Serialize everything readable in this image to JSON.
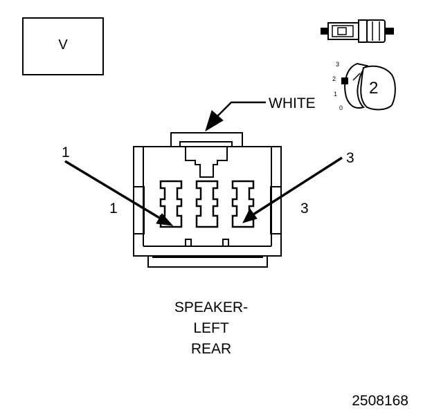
{
  "view_label": "V",
  "wire_color": "WHITE",
  "cavity_labels": {
    "left_callout": "1",
    "left_side": "1",
    "right_callout": "3",
    "right_side": "3"
  },
  "locator": {
    "position_number": "2",
    "scale": [
      "3",
      "2",
      "1",
      "0"
    ]
  },
  "caption": [
    "SPEAKER-",
    "LEFT",
    "REAR"
  ],
  "figure_number": "2508168",
  "colors": {
    "line": "#000000",
    "background": "#ffffff"
  }
}
